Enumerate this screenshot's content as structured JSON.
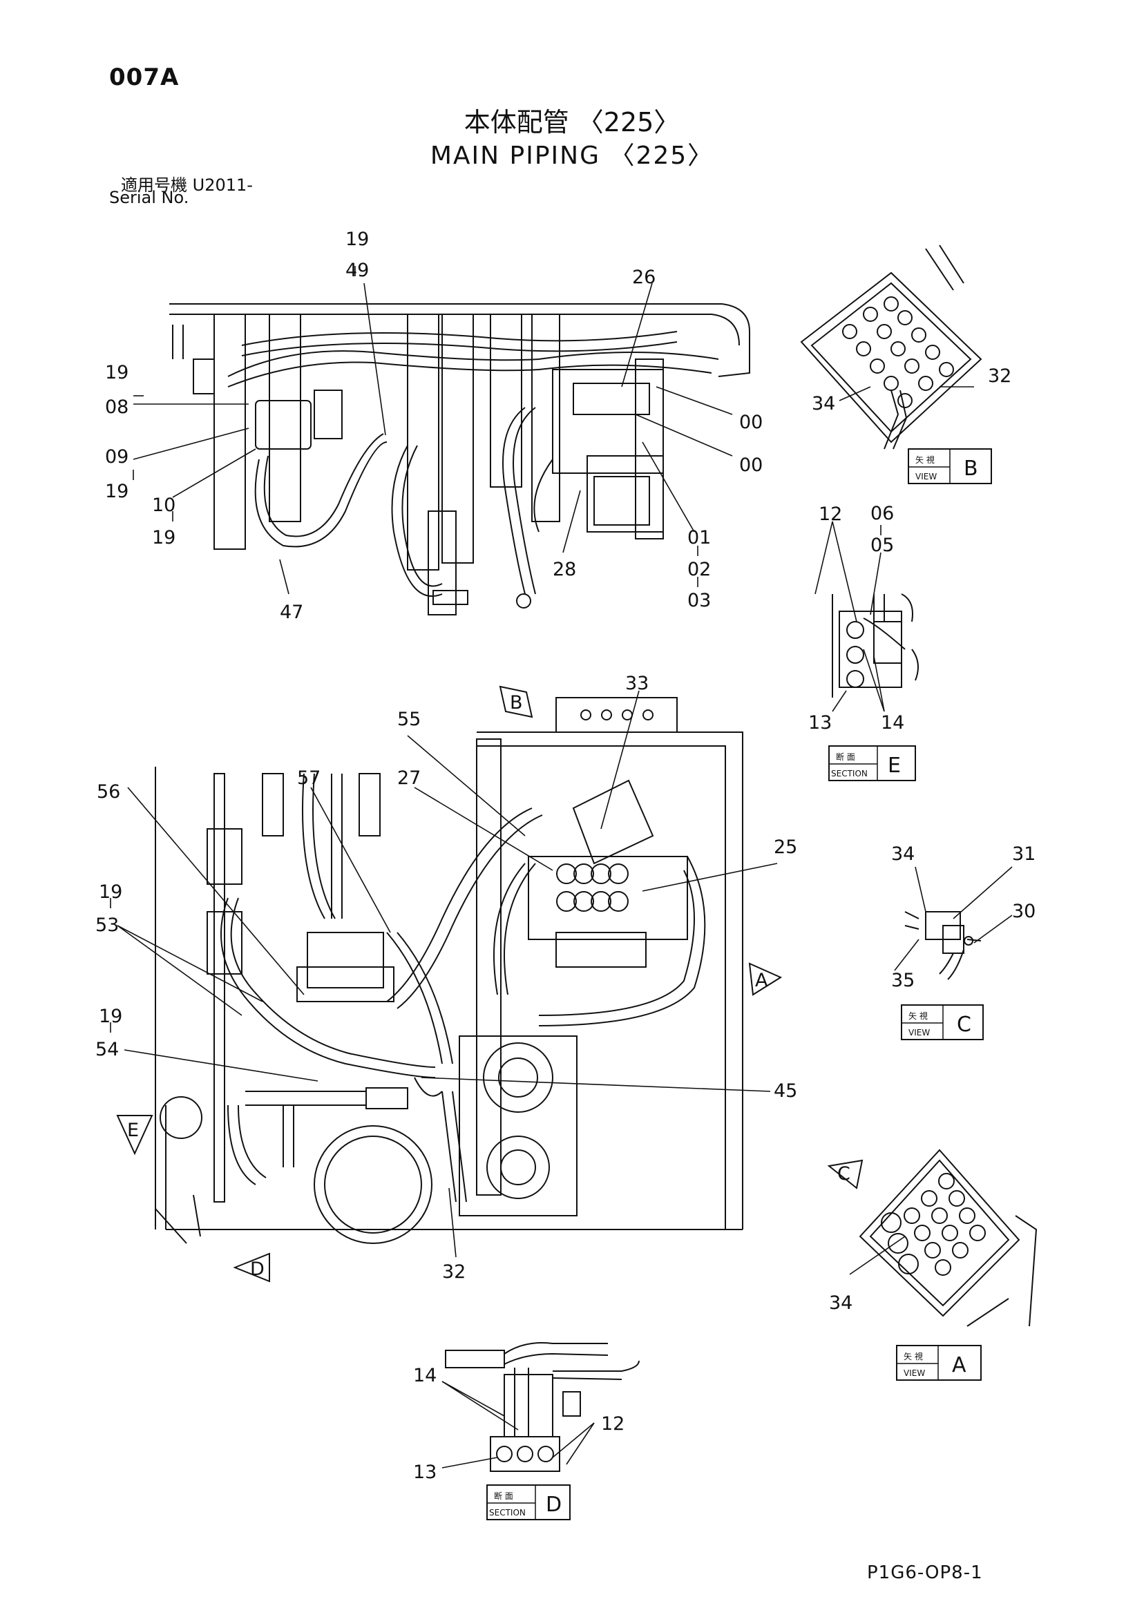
{
  "header": {
    "page_code": "007A",
    "title_jp": "本体配管 〈225〉",
    "title_en": "MAIN PIPING 〈225〉",
    "serial_label_jp": "適用号機 U2011-",
    "serial_label_en": "Serial No."
  },
  "callouts": {
    "c19a": "19",
    "c49": "49",
    "c26": "26",
    "c19b": "19",
    "c08": "08",
    "c09": "09",
    "c19c": "19",
    "c10": "10",
    "c19d": "19",
    "c00a": "00",
    "c00b": "00",
    "c01": "01",
    "c02": "02",
    "c03": "03",
    "c28": "28",
    "c47": "47",
    "c32a": "32",
    "c34a": "34",
    "c12a": "12",
    "c06": "06",
    "c05": "05",
    "c13a": "13",
    "c14a": "14",
    "c33": "33",
    "c55": "55",
    "c56": "56",
    "c57": "57",
    "c27": "27",
    "c25": "25",
    "c19e": "19",
    "c53": "53",
    "c19f": "19",
    "c54": "54",
    "c45": "45",
    "c32b": "32",
    "c34b": "34",
    "c31": "31",
    "c30": "30",
    "c35": "35",
    "c34c": "34",
    "c14b": "14",
    "c12b": "12",
    "c13b": "13"
  },
  "view_markers": {
    "arrow_b": "B",
    "arrow_a": "A",
    "arrow_e": "E",
    "arrow_d": "D",
    "arrow_c": "C"
  },
  "view_tags": {
    "b": {
      "kind_jp": "矢 視",
      "kind_en": "VIEW",
      "letter": "B"
    },
    "e": {
      "kind_jp": "断 面",
      "kind_en": "SECTION",
      "letter": "E"
    },
    "c": {
      "kind_jp": "矢 視",
      "kind_en": "VIEW",
      "letter": "C"
    },
    "a": {
      "kind_jp": "矢 視",
      "kind_en": "VIEW",
      "letter": "A"
    },
    "d": {
      "kind_jp": "断 面",
      "kind_en": "SECTION",
      "letter": "D"
    }
  },
  "footer": {
    "drawing_number": "P1G6-OP8-1"
  }
}
